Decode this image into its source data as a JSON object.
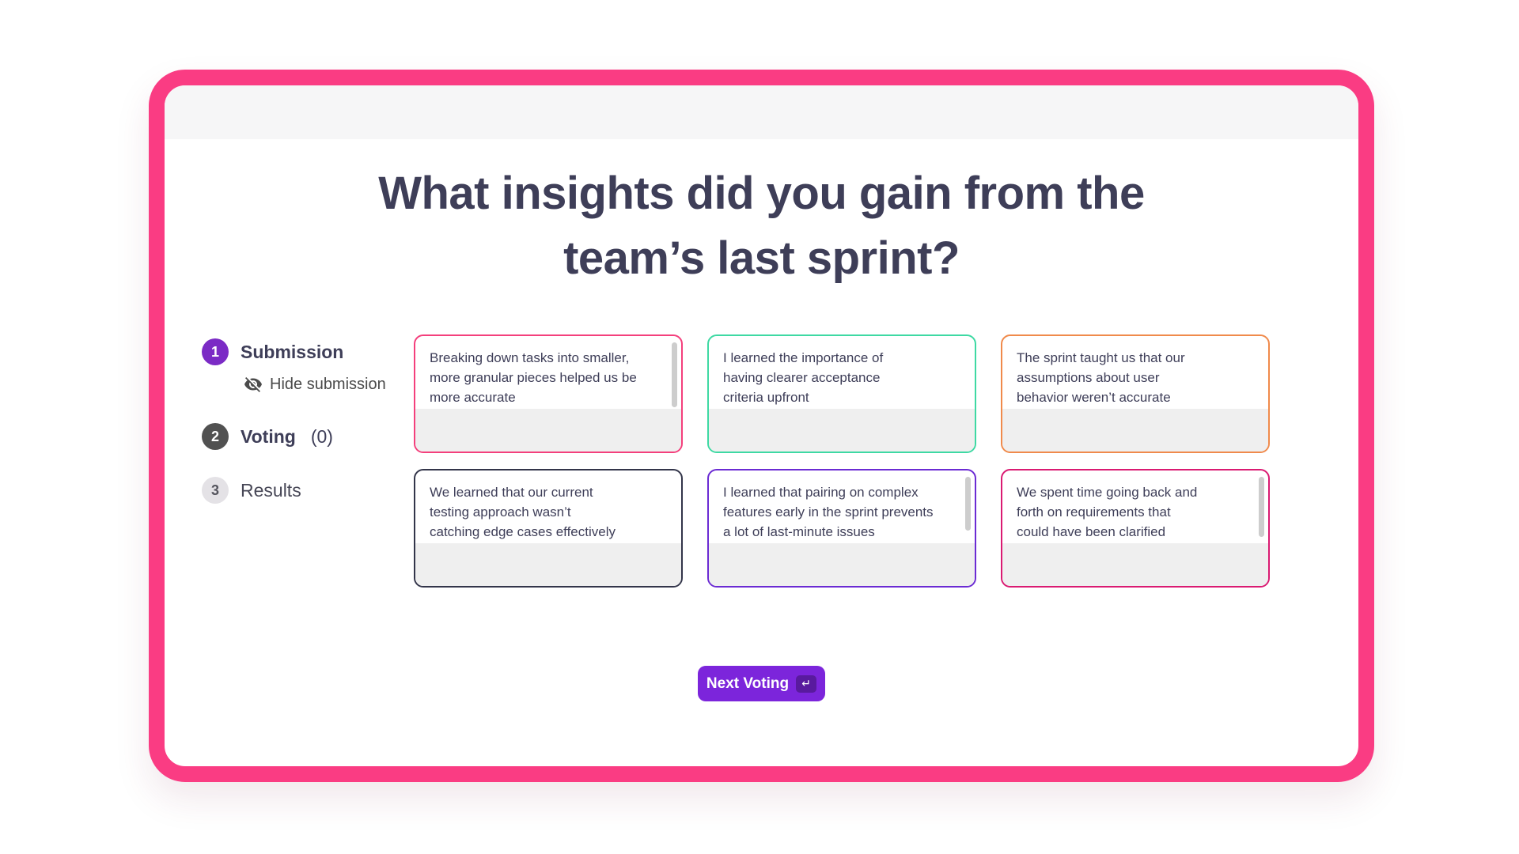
{
  "colors": {
    "frame_pink": "#FA3C83",
    "accent_purple": "#7C25DB",
    "step_active_purple": "#7B2BC5",
    "step_current_gray": "#515151",
    "step_upcoming_gray": "#E4E2E6",
    "text_navy": "#3E3E58",
    "card_footer_gray": "#EFEFEF"
  },
  "title": {
    "lines": [
      "What insights did you gain from the",
      "team’s last sprint?"
    ]
  },
  "steps": [
    {
      "number": "1",
      "label": "Submission"
    },
    {
      "number": "2",
      "label": "Voting",
      "count": "(0)"
    },
    {
      "number": "3",
      "label": "Results"
    }
  ],
  "submission_toggle": {
    "label": "Hide submission",
    "icon": "eye-off-icon"
  },
  "cards": [
    {
      "text": "Breaking down tasks into smaller,\nmore granular pieces helped us be\nmore accurate",
      "border": "#F43F7C"
    },
    {
      "text": "I learned the importance of\nhaving clearer acceptance\ncriteria upfront",
      "border": "#3ED9A3"
    },
    {
      "text": "The sprint taught us that our\nassumptions about user\nbehavior weren’t accurate",
      "border": "#F08A4B"
    },
    {
      "text": "We learned that our current\ntesting approach wasn’t\ncatching edge cases effectively",
      "border": "#33354A"
    },
    {
      "text": "I learned that pairing on complex\nfeatures early in the sprint prevents\na lot of last-minute issues",
      "border": "#6B2BD3"
    },
    {
      "text": "We spent time going back and\nforth on requirements that\ncould have been clarified",
      "border": "#DA1A72"
    }
  ],
  "next_button": {
    "label": "Next Voting",
    "key_hint": "↵"
  }
}
